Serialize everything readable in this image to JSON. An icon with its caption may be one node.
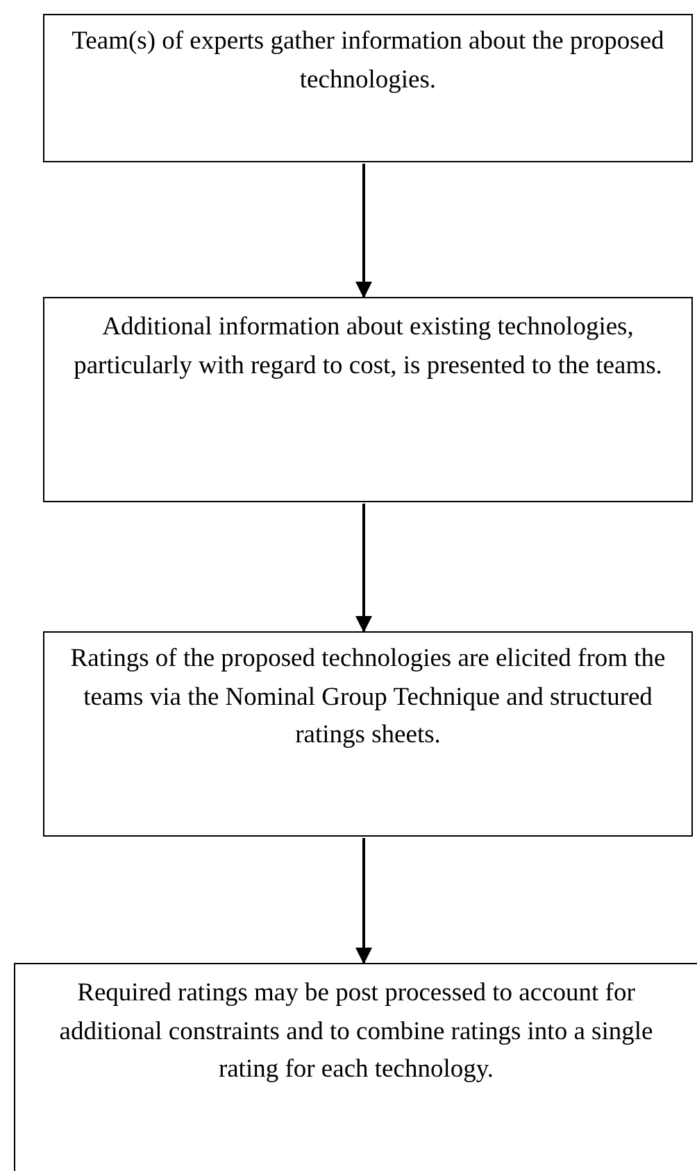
{
  "diagram": {
    "nodes": [
      {
        "text": [
          "Team(s) of experts gather information about the proposed technologies."
        ]
      },
      {
        "text": [
          "Additional information about existing technologies, particularly with regard to cost, is presented to the teams."
        ]
      },
      {
        "text": [
          "Ratings of the proposed technologies are elicited from the teams via the Nominal Group Technique and structured ratings sheets."
        ]
      },
      {
        "text": [
          "Required ratings may be post processed to account for additional constraints and to combine ratings into a single rating for each technology."
        ]
      }
    ],
    "edges": [
      {
        "from": 0,
        "to": 1,
        "arrow": "to"
      },
      {
        "from": 1,
        "to": 2,
        "arrow": "to"
      },
      {
        "from": 2,
        "to": 3,
        "arrow": "to"
      }
    ]
  }
}
